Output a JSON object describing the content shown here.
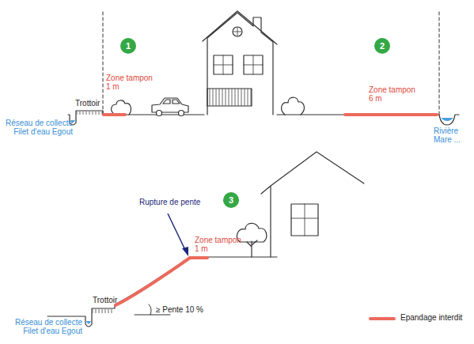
{
  "diagram": {
    "nodes": [
      {
        "text": [
          "1"
        ]
      },
      {
        "text": [
          "2"
        ]
      },
      {
        "text": [
          "3"
        ]
      }
    ],
    "labels": [
      "Zone tampon 1 m",
      "Trottoir",
      "Réseau de collecte Filet d'eau Egout",
      "Zone tampon 6 m",
      "Rivière Mare ...",
      "Rupture de pente",
      "Zone tampon 1 m",
      "Trottoir",
      "≥ Pente 10 %",
      "Réseau de collecte Filet d'eau Egout"
    ],
    "legend": [
      {
        "text": "Epandage interdit"
      }
    ]
  }
}
